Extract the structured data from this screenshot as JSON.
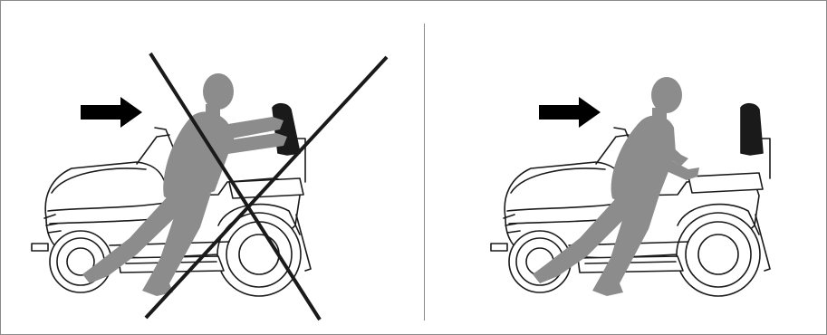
{
  "figure": {
    "panels": [
      {
        "id": "incorrect",
        "crossed_out": true
      },
      {
        "id": "correct",
        "crossed_out": false
      }
    ]
  },
  "colors": {
    "line": "#1a1a1a",
    "person": "#8c8c8c",
    "arrow": "#000000",
    "border": "#8a8a8a"
  },
  "icons": [
    "push-direction-arrow-icon",
    "prohibited-cross-icon",
    "riding-mower-illustration",
    "person-pushing-illustration"
  ]
}
